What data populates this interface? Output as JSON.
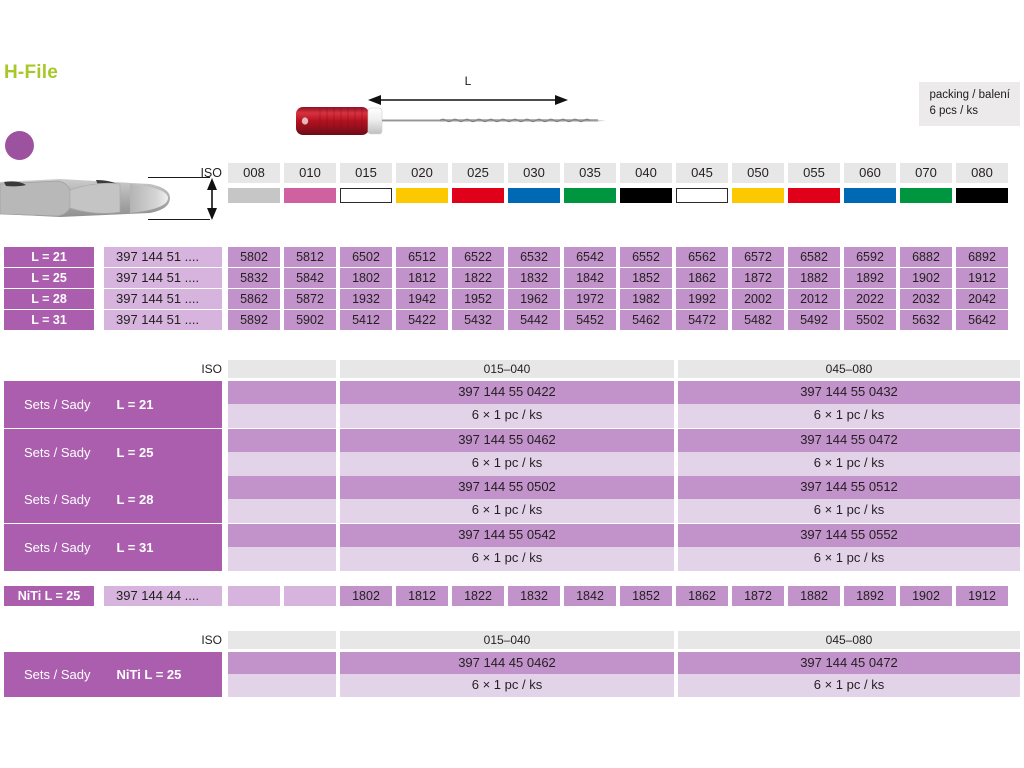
{
  "title": "H-File",
  "packing": {
    "line1": "packing / balení",
    "line2": "6 pcs / ks"
  },
  "dimension_label": "L",
  "iso": {
    "label": "ISO",
    "sizes": [
      "008",
      "010",
      "015",
      "020",
      "025",
      "030",
      "035",
      "040",
      "045",
      "050",
      "055",
      "060",
      "070",
      "080"
    ],
    "colors": [
      "#c6c6c6",
      "#cf61a0",
      "#ffffff",
      "#fcc800",
      "#e1001a",
      "#0069b4",
      "#009640",
      "#000000",
      "#ffffff",
      "#fcc800",
      "#e1001a",
      "#0069b4",
      "#009640",
      "#000000"
    ]
  },
  "main_table": {
    "rows": [
      {
        "length_label": "L = 21",
        "code_prefix": "397 144 51 ....",
        "values": [
          "5802",
          "5812",
          "6502",
          "6512",
          "6522",
          "6532",
          "6542",
          "6552",
          "6562",
          "6572",
          "6582",
          "6592",
          "6882",
          "6892"
        ]
      },
      {
        "length_label": "L = 25",
        "code_prefix": "397 144 51 ....",
        "values": [
          "5832",
          "5842",
          "1802",
          "1812",
          "1822",
          "1832",
          "1842",
          "1852",
          "1862",
          "1872",
          "1882",
          "1892",
          "1902",
          "1912"
        ]
      },
      {
        "length_label": "L = 28",
        "code_prefix": "397 144 51 ....",
        "values": [
          "5862",
          "5872",
          "1932",
          "1942",
          "1952",
          "1962",
          "1972",
          "1982",
          "1992",
          "2002",
          "2012",
          "2022",
          "2032",
          "2042"
        ]
      },
      {
        "length_label": "L = 31",
        "code_prefix": "397 144 51 ....",
        "values": [
          "5892",
          "5902",
          "5412",
          "5422",
          "5432",
          "5442",
          "5452",
          "5462",
          "5472",
          "5482",
          "5492",
          "5502",
          "5632",
          "5642"
        ]
      }
    ]
  },
  "sets_table": {
    "iso_label": "ISO",
    "range_headers": [
      "015–040",
      "045–080"
    ],
    "rows": [
      {
        "sets_label": "Sets / Sady",
        "length_label": "L = 21",
        "codes": [
          "397 144 55 0422",
          "397 144 55 0432"
        ],
        "packs": [
          "6 × 1 pc / ks",
          "6 × 1 pc / ks"
        ]
      },
      {
        "sets_label": "Sets / Sady",
        "length_label": "L = 25",
        "codes": [
          "397 144 55 0462",
          "397 144 55 0472"
        ],
        "packs": [
          "6 × 1 pc / ks",
          "6 × 1 pc / ks"
        ]
      },
      {
        "sets_label": "Sets / Sady",
        "length_label": "L = 28",
        "codes": [
          "397 144 55 0502",
          "397 144 55 0512"
        ],
        "packs": [
          "6 × 1 pc / ks",
          "6 × 1 pc / ks"
        ]
      },
      {
        "sets_label": "Sets / Sady",
        "length_label": "L = 31",
        "codes": [
          "397 144 55 0542",
          "397 144 55 0552"
        ],
        "packs": [
          "6 × 1 pc / ks",
          "6 × 1 pc / ks"
        ]
      }
    ]
  },
  "niti_row": {
    "length_label": "NiTi L = 25",
    "code_prefix": "397 144 44 ....",
    "values": [
      "",
      "",
      "1802",
      "1812",
      "1822",
      "1832",
      "1842",
      "1852",
      "1862",
      "1872",
      "1882",
      "1892",
      "1902",
      "1912"
    ]
  },
  "niti_sets": {
    "iso_label": "ISO",
    "range_headers": [
      "015–040",
      "045–080"
    ],
    "sets_label": "Sets / Sady",
    "length_label": "NiTi L = 25",
    "codes": [
      "397 144 45 0462",
      "397 144 45 0472"
    ],
    "packs": [
      "6 × 1 pc / ks",
      "6 × 1 pc / ks"
    ]
  },
  "theme": {
    "title_color": "#a8c82a",
    "dot_color": "#9d52a0",
    "header_purple": "#ab5eae",
    "cell_purple": "#c293ca",
    "cell_light": "#d6b4dd",
    "cell_pale": "#e3d3e9",
    "grey": "#e8e7e7"
  }
}
